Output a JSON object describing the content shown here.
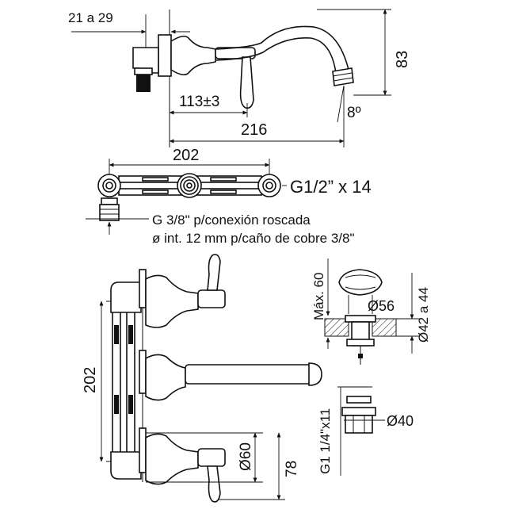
{
  "labels": {
    "depth_range": "21 a 29",
    "spout_height": "83",
    "handle_offset": "113±3",
    "spout_angle": "8º",
    "total_reach": "216",
    "connector_spacing": "202",
    "thread_spec": "G1/2” x 14",
    "thread_note": "G 3/8\" p/conexión roscada",
    "pipe_note": "ø int. 12 mm p/caño de cobre 3/8\"",
    "vertical_spacing": "202",
    "handle_diameter": "Ø60",
    "handle_height": "78",
    "max_thickness": "Máx. 60",
    "drain_diameter": "Ø56",
    "hole_range": "Ø42 a 44",
    "drain_thread": "G1 1/4\"x11",
    "nut_diameter": "Ø40"
  },
  "colors": {
    "ink": "#111111",
    "background": "#ffffff"
  }
}
